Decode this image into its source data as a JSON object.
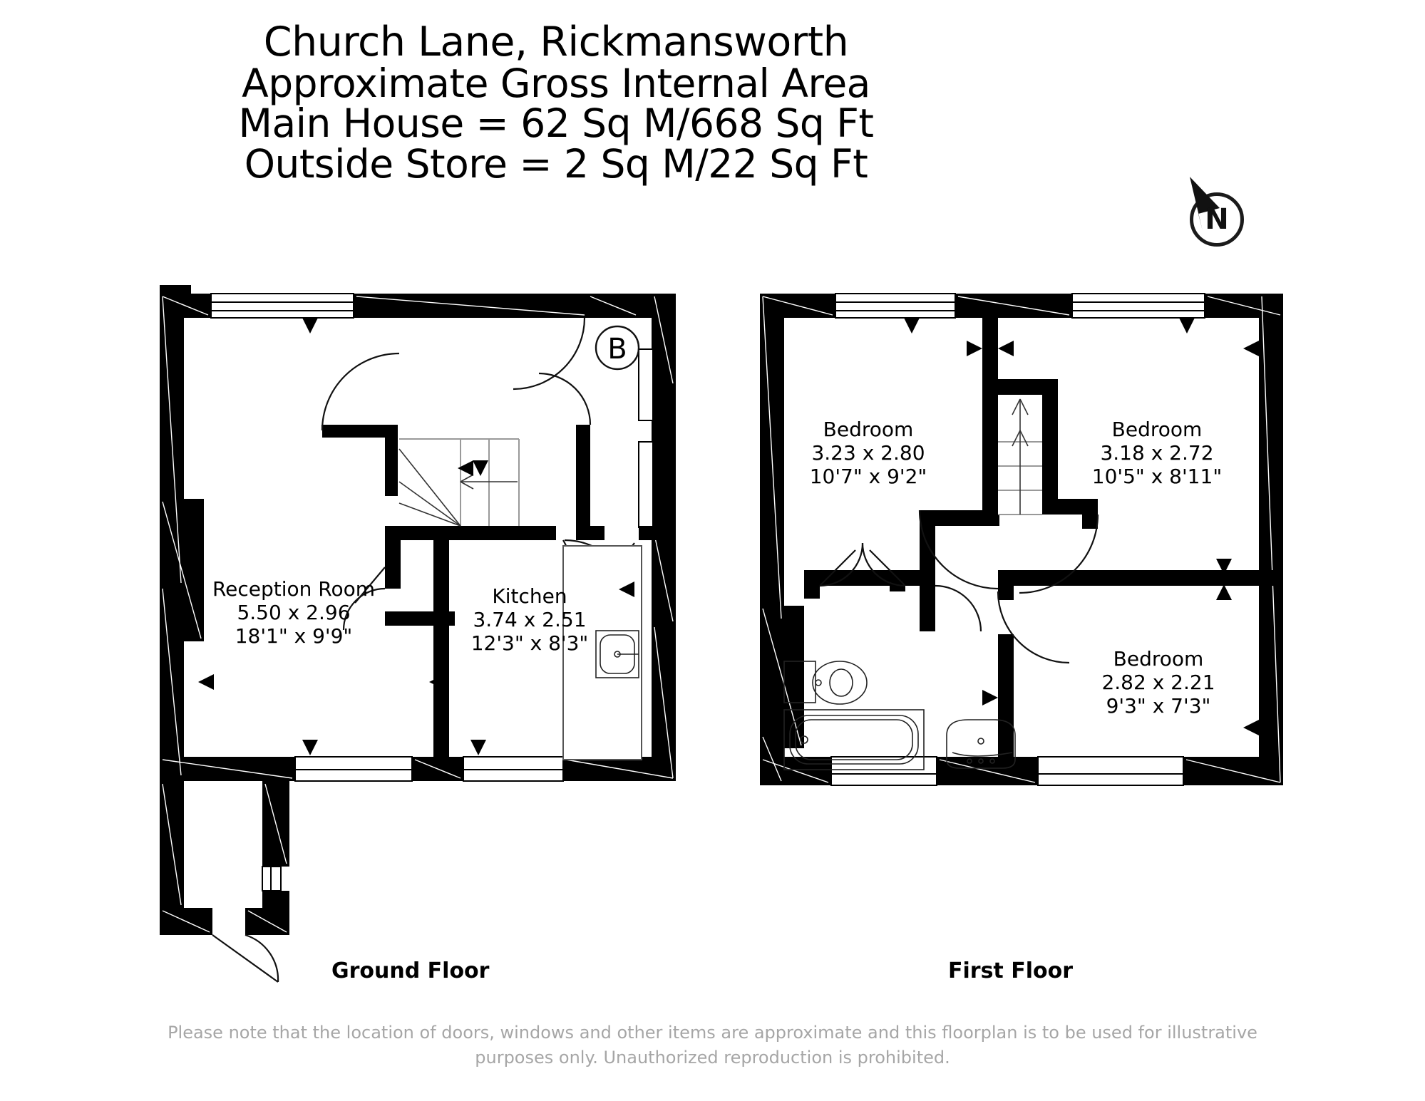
{
  "header": {
    "title": "Church Lane, Rickmansworth",
    "subtitle": "Approximate Gross Internal Area",
    "main_house_area": "Main House = 62 Sq M/668 Sq Ft",
    "outside_store_area": "Outside Store = 2 Sq M/22 Sq Ft"
  },
  "compass": {
    "label": "N",
    "icon": "compass-north-icon"
  },
  "floors": [
    {
      "id": "ground",
      "label": "Ground Floor"
    },
    {
      "id": "first",
      "label": "First Floor"
    }
  ],
  "rooms": [
    {
      "id": "reception-room",
      "floor": "ground",
      "name": "Reception Room",
      "metric": "5.50 x 2.96",
      "imperial": "18'1\" x 9'9\""
    },
    {
      "id": "kitchen",
      "floor": "ground",
      "name": "Kitchen",
      "metric": "3.74 x 2.51",
      "imperial": "12'3\" x 8'3\""
    },
    {
      "id": "bedroom-1",
      "floor": "first",
      "name": "Bedroom",
      "metric": "3.23 x 2.80",
      "imperial": "10'7\" x 9'2\""
    },
    {
      "id": "bedroom-2",
      "floor": "first",
      "name": "Bedroom",
      "metric": "3.18 x 2.72",
      "imperial": "10'5\" x 8'11\""
    },
    {
      "id": "bedroom-3",
      "floor": "first",
      "name": "Bedroom",
      "metric": "2.82 x 2.21",
      "imperial": "9'3\" x 7'3\""
    }
  ],
  "markers": [
    {
      "id": "boiler",
      "label": "B",
      "floor": "ground"
    }
  ],
  "fixtures": [
    {
      "id": "kitchen-sink",
      "floor": "ground",
      "icon": "sink-icon"
    },
    {
      "id": "staircase-ground",
      "floor": "ground",
      "icon": "stairs-icon"
    },
    {
      "id": "staircase-first",
      "floor": "first",
      "icon": "stairs-icon"
    },
    {
      "id": "toilet",
      "floor": "first",
      "icon": "toilet-icon"
    },
    {
      "id": "bathtub",
      "floor": "first",
      "icon": "bathtub-icon"
    },
    {
      "id": "washbasin",
      "floor": "first",
      "icon": "washbasin-icon"
    }
  ],
  "footer": {
    "line1": "Please note that the location of doors, windows and other items are approximate and this floorplan is to be used for illustrative",
    "line2": "purposes only. Unauthorized reproduction is prohibited."
  },
  "colors": {
    "wall": "#000000",
    "background": "#ffffff",
    "text": "#000000",
    "footer_text": "#a6a6a6"
  }
}
